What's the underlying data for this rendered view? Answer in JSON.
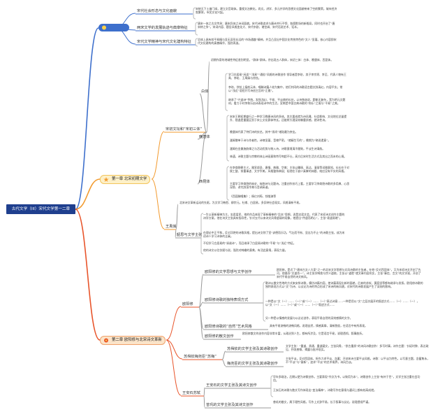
{
  "root": "古代文学（III）宋代文学第一二章",
  "colors": {
    "blue": "#3d6fcc",
    "orange": "#f29a2e",
    "red": "#e8542a",
    "chap1_bg": "#fdf0c8",
    "chap2_bg": "#fbe4c9",
    "icon": "star-icon"
  },
  "b0": {
    "label": "",
    "items": [
      {
        "label": "宋代社会形态与文化面貌",
        "text": "宋统天下土崩门阀，建立文官政体。重视文治教化，尚文。讲学、多元并学的思想文化面貌带来了空前繁荣。城市经济勃繁荣，市民文化兴起。"
      },
      {
        "label": "两宋文学的发展轨迹与典章特征",
        "text": "唐宋一体之古文传承；唐宋异体之诗词面貌。宋代诗歌追求与唐诗并行不悖、各擅胜场的新格局，同时也开启了“唐宋转之争”。宋词内容、题旨风格变化大、宋代杂剧、诸宫调、宋代话说艺术、话本。"
      },
      {
        "label": "宋代文学精神与宋代文化建构特征",
        "text": "总体上具有较平易精与显无深形长远的“市场通趣”精神，并且凸显出中国文化传统特色的“文人”显著。核心内容即宋代文化建构的真善精华，强烈再造。"
      }
    ]
  },
  "ch1": {
    "title": "第一章 北宋初期文学",
    "main1": "宋初文坛和“宋初三体”",
    "intro": "初期作家的地域性特征差别明显，“群体”群体。宗出现五人群体，宋初三体：白体、晚唐体、西昆体。",
    "baiti": {
      "label": "白体",
      "texts": [
        "学习白居易“闲适”“浅易”“通俗”风格的诗歌创作 领导者是李昉、其子李宗谔、李至、代表人物有王禹、李昉、王禹偁与徐铉。",
        "李昉、徐铉上接前元体、唱酬诗篇人较为集中，他们共同的诗歌语言题文辞清幻，内容平实，常以“浅近”语招开写诗创主旨的“正雅”。",
        "继承了“兴谕诗”传统，发扬浅幻、平易、平淡典的长处，以诗独造说，题能无复杂，宽为明元文题材，看力于时李和乐启诗表现诗中的生活，宣揭是中国古典诗歌的“和乐”之境与“平易”之美。"
      ]
    },
    "wantang": {
      "label": "晚唐体",
      "texts": [
        "宋宋王朝初期盛行之一种学习晚唐诗风的多体，其主要成就为诗风雅、社会影响、文化地位总量提升、隐逸是重要区别于宋土文化群体特长。还能将大理深刻尊重质感，就诗性诗。",
        "晚唐体代表了特们诗的技艺。其中“崇尚”诸陆最为突出。",
        "潘阆僧单于诗与作者性，诗律显著、音律严密。“诸精生写的”，晚期为“晓说遗意”。",
        "潘阆在金兼施韵律之与活动优势与物入诗，诗歌意境清冷雅致，平淡生诗清韵。",
        "林逋，诗歌主题与宗教的体山诗画意和特写吻超不仕，高方后宋时生活方式及其出之而未的心境。"
      ]
    },
    "xikun": {
      "label": "西昆体",
      "texts": [
        "在李商隐朝主义，雅宣颂圣、唐情、典雅、华美；主张以雕琢、高洁、清丽等词雅意知，长长在于对拨工整、排重事述、文字华美，风格整饰典丽；轻他在于缺少真掌的体题、结应没有平实的风格。",
        "主要学习李商隐的咏史、咏物诗与无题诗。注重创作技巧上看，主要学习李商隐诗歌的多用典、心思深隐、讲究辞藻华美与音调高谐。",
        "《西昆酬唱集》；杨亿刘筠、钱惟演等"
      ]
    },
    "main2": "王禹偁",
    "mid_text": "北宋诗文革新运动的先驱，为文学习韩愈、柳宗元，杜甫、白居易，多反映社会现实，风格清新平易。",
    "main3": "韶思与文学主张",
    "mid2": [
      "一生以革新精神为主，忠君爱民、他的作品体现了革新精神的“旨本”思想，说是忠君文会，代表了宋初诗文创作主题的诗学方案，他在诗文主张具有指导性，针对五代以来诗文风骨虚弱的现象，他提出“传道而明心”，主张“易道易晓”。",
      "在理论中正平和，反对浮艳的诗歌风格，提出诗文除了宣“训德而乐功，气壮而不拘、显志为不止”的诗歌主张，成为宋初诗人学习诗体的圭臬。",
      "不但学习白居易的“讽谕诗”，而且继承了白居易诗歌的“平易”与“浅近”特征。",
      "他的诗文以往仿赋与说，强烈对韩蝶的意美，有泾此意境，表现力量。"
    ]
  },
  "ch2": {
    "title": "第二章 欧阳修与北宋诗文革新",
    "l1": "欧阳修",
    "l1_items": [
      {
        "label": "欧阳修的文学思想与文学创作",
        "text": "欧阳修，是近了“唐宋古文八大家”之一的北宋文学思想与文风诗歌的主张者，在他“反对西昆体”，又为宋初诗文开创了先河，他倡导“文道合一”，诗主张学韩愈与宗义道统，主张以“道胜”使文章内容充实，主张“事信、言文”的文学观，开创了宋代平易自然的诗文新风。"
      },
      {
        "label": "欧阳修诗歌的独特表现方式",
        "text": "歌诗以散文性地的方式来安排诗歌，模仿诗篇内容，使诗篇表现出新的面貌，后来的苏轼、黄庭坚等都有继承与发扬，欧阳修诗歌的独特表现方式以“文”为诗、以议论为诗的特点形成了宋诗的新风貌，对宋代的诗歌发展产生了深刻的影响。"
      },
      {
        "label": "",
        "text": "一种是以“文（一）……（一）”或“（一）……（一）”表达诗意……一种是用以“文”之层次展开的叙述方式……（一）……（一），以“文（一）……（一）”或“（一）……（一）”叙述方式……"
      },
      {
        "label": "",
        "text": "另一种是以情感的发展与以议论创作，表现平易自然的深刻感情的文字。"
      },
      {
        "label": "欧阳修诗歌的“自然”艺术风格",
        "text": "具有平易流畅的流畅风格，说理自然，情感真挚，清新脱俗，在语言中有所表现。"
      },
      {
        "label": "欧阳修的散文创作",
        "text": "欧阳修散文的创作内容非常丰富，从政治到人生，都有所涉及，它是语言平易，说理透彻，叙事曲折。"
      }
    ],
    "l2": "苏舜钦梅尧臣“苏梅”",
    "l2_items": [
      {
        "label": "苏舜钦的文学主张及其诗歌创作",
        "text": "文学主张：“重道、贵通、重道疑文，主张风骨，“崇古重质”的诗风诗歌创作：多写时事，诗作主题：针砭时弊、表达政见、抒发感慨、揭露与批评现实。"
      },
      {
        "label": "梅尧臣的文学主张及其诗歌创作",
        "text": "主张平淡，反对西昆体，所作力求平淡、含蓄；开创宋诗主要平淡风格，诗歌：以平淡为特色，以写意主题，含蓄隽永，不“平淡”与“意新”，追求“平淡”的艺术境界，诗风古淡。"
      }
    ],
    "l3": "王安石苏轼",
    "l3_items": [
      {
        "label": "王安石的文学主张及其诗文创作",
        "text": "早年多政治，后期以更为诗歌创作。主要表现“作文为书，以致用为本”，诗歌创作上主张“有补于世”，文学主张注重社会功用。"
      },
      {
        "label": "",
        "text": "王安石的诗歌与散文写作体现出“变法精神”，诗歌写作在意境与遣词上都有较高成就。"
      },
      {
        "label": "曾巩的文学主张及其诗文创作",
        "text": "曾巩的散文，属于理性风格，写作上文辞平易，长于叙事与议论，说理透彻严谨。"
      }
    ]
  }
}
